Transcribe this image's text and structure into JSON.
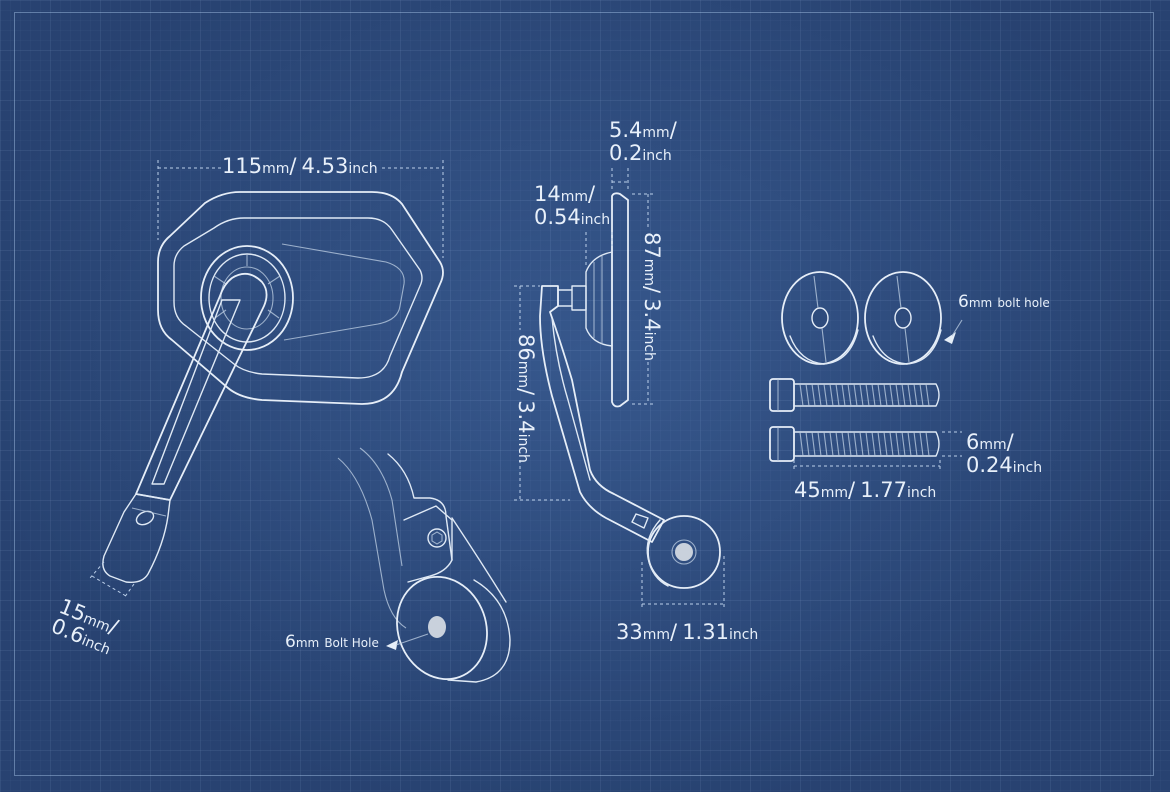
{
  "colors": {
    "background": "#2e4b7c",
    "line": "#e6eef8",
    "dimension": "#bcd0ea"
  },
  "dimensions": {
    "mirror_width": {
      "value1": "115",
      "unit1": "mm",
      "sep": "/",
      "value2": "4.53",
      "unit2": "inch"
    },
    "arm_width": {
      "value1": "15",
      "unit1": "mm",
      "sep": "/",
      "value2": "0.6",
      "unit2": "inch"
    },
    "glass_thickness": {
      "value1": "5.4",
      "unit1": "mm",
      "sep": "/",
      "value2": "0.2",
      "unit2": "inch"
    },
    "housing_depth": {
      "value1": "14",
      "unit1": "mm",
      "sep": "/",
      "value2": "0.54",
      "unit2": "inch"
    },
    "mirror_height": {
      "value1": "87",
      "unit1": "mm",
      "sep": "/",
      "value2": "3.4",
      "unit2": "inch"
    },
    "arm_height": {
      "value1": "86",
      "unit1": "mm",
      "sep": "/",
      "value2": "3.4",
      "unit2": "inch"
    },
    "clamp_diameter": {
      "value1": "33",
      "unit1": "mm",
      "sep": "/",
      "value2": "1.31",
      "unit2": "inch"
    },
    "bolt_diameter": {
      "value1": "6",
      "unit1": "mm",
      "sep": "/",
      "value2": "0.24",
      "unit2": "inch"
    },
    "bolt_length": {
      "value1": "45",
      "unit1": "mm",
      "sep": "/",
      "value2": "1.77",
      "unit2": "inch"
    }
  },
  "notes": {
    "bolt_hole_clamp": {
      "value": "6",
      "unit": "mm",
      "text": "Bolt Hole"
    },
    "bolt_hole_washer": {
      "value": "6",
      "unit": "mm",
      "text": "bolt hole"
    }
  }
}
